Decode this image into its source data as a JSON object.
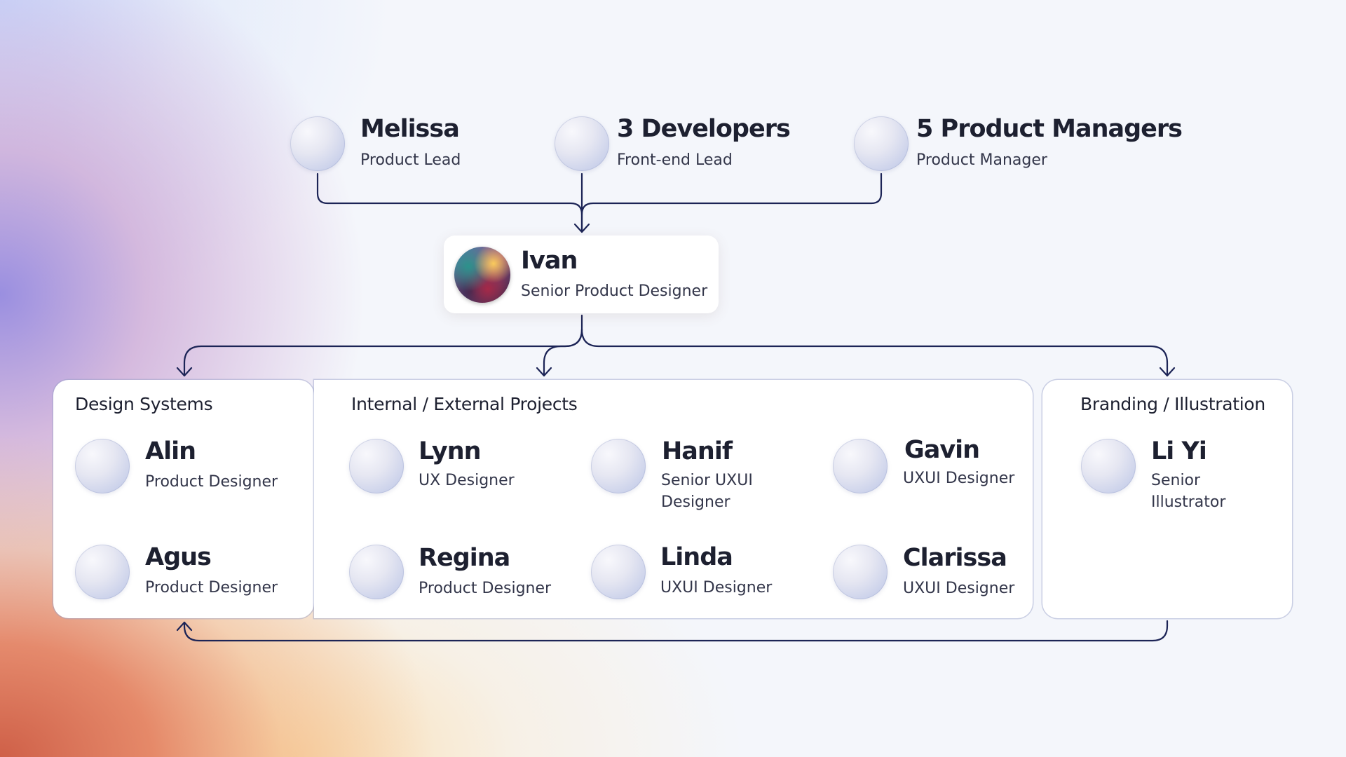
{
  "leads": [
    {
      "name": "Melissa",
      "role": "Product Lead"
    },
    {
      "name": "3 Developers",
      "role": "Front-end Lead"
    },
    {
      "name": "5 Product Managers",
      "role": "Product Manager"
    }
  ],
  "center": {
    "name": "Ivan",
    "role": "Senior Product Designer"
  },
  "groups": {
    "design_systems": {
      "title": "Design Systems",
      "members": [
        {
          "name": "Alin",
          "role": "Product Designer"
        },
        {
          "name": "Agus",
          "role": "Product Designer"
        }
      ]
    },
    "projects": {
      "title": "Internal / External Projects",
      "members": [
        {
          "name": "Lynn",
          "role": "UX Designer"
        },
        {
          "name": "Hanif",
          "role": "Senior UXUI Designer"
        },
        {
          "name": "Gavin",
          "role": "UXUI Designer"
        },
        {
          "name": "Regina",
          "role": "Product Designer"
        },
        {
          "name": "Linda",
          "role": "UXUI Designer"
        },
        {
          "name": "Clarissa",
          "role": "UXUI Designer"
        }
      ]
    },
    "branding": {
      "title": "Branding / Illustration",
      "members": [
        {
          "name": "Li Yi",
          "role": "Senior Illustrator"
        }
      ]
    }
  },
  "colors": {
    "connector": "#1c2456",
    "card": "#ffffff"
  }
}
